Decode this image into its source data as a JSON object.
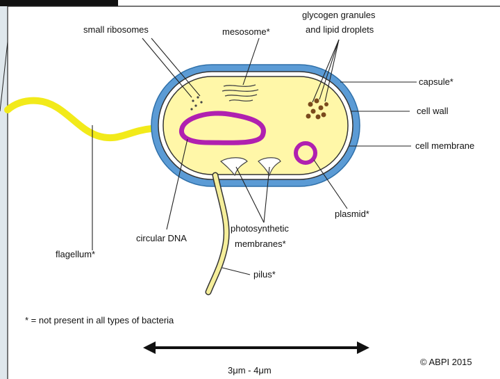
{
  "labels": {
    "small_ribosomes": "small ribosomes",
    "mesosome": "mesosome*",
    "glycogen_line1": "glycogen granules",
    "glycogen_line2": "and lipid droplets",
    "capsule": "capsule*",
    "cell_wall": "cell wall",
    "cell_membrane": "cell membrane",
    "plasmid": "plasmid*",
    "circular_dna": "circular DNA",
    "photosynthetic_line1": "photosynthetic",
    "photosynthetic_line2": "membranes*",
    "flagellum": "flagellum*",
    "pilus": "pilus*"
  },
  "footnote": "* = not present in all types of bacteria",
  "scale_label": "3μm - 4μm",
  "copyright": "© ABPI 2015",
  "colors": {
    "capsule": "#5b9bd5",
    "cell_wall": "#ffffff",
    "cytoplasm": "#fff7a8",
    "dna": "#b020b0",
    "flagellum": "#f2ea1a",
    "pilus": "#f5ee9a",
    "granules": "#7a4a1c"
  }
}
